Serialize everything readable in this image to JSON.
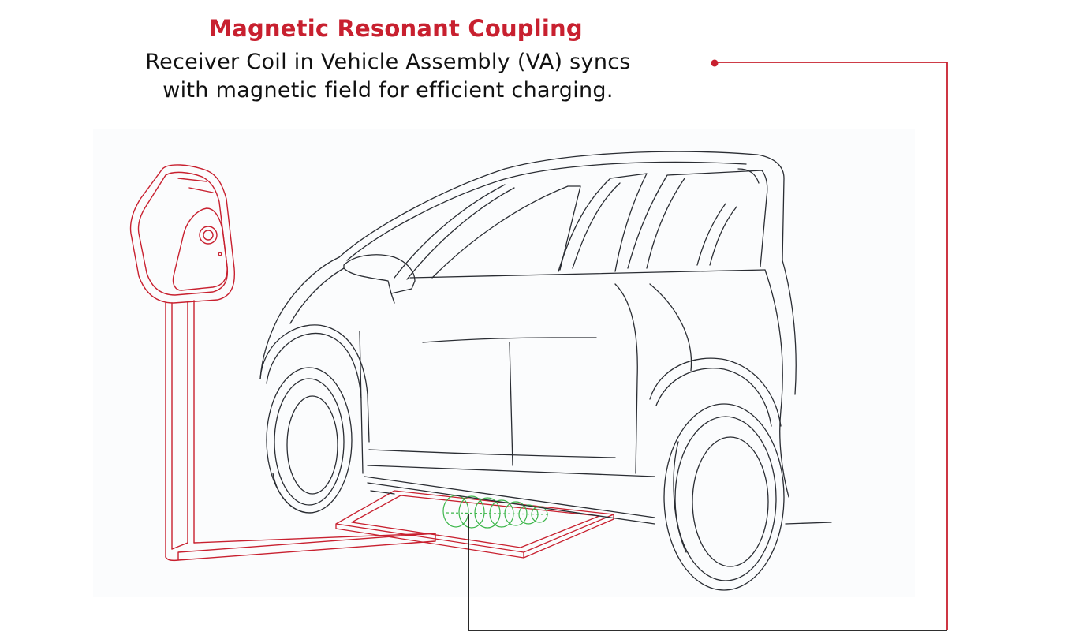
{
  "title": "Magnetic Resonant Coupling",
  "description": {
    "line1": "Receiver Coil in Vehicle Assembly (VA) syncs",
    "line2": "with magnetic field for efficient charging."
  },
  "colors": {
    "accent": "#c8202f",
    "text": "#111111",
    "car_line": "#2a2d33",
    "coil": "#3cb64a",
    "background_panel": "#fbfcfd"
  },
  "figure": {
    "subject": "car-with-wireless-charging-pad",
    "parts": [
      "wall-charger",
      "charging-pad",
      "receiver-coil",
      "car"
    ]
  }
}
